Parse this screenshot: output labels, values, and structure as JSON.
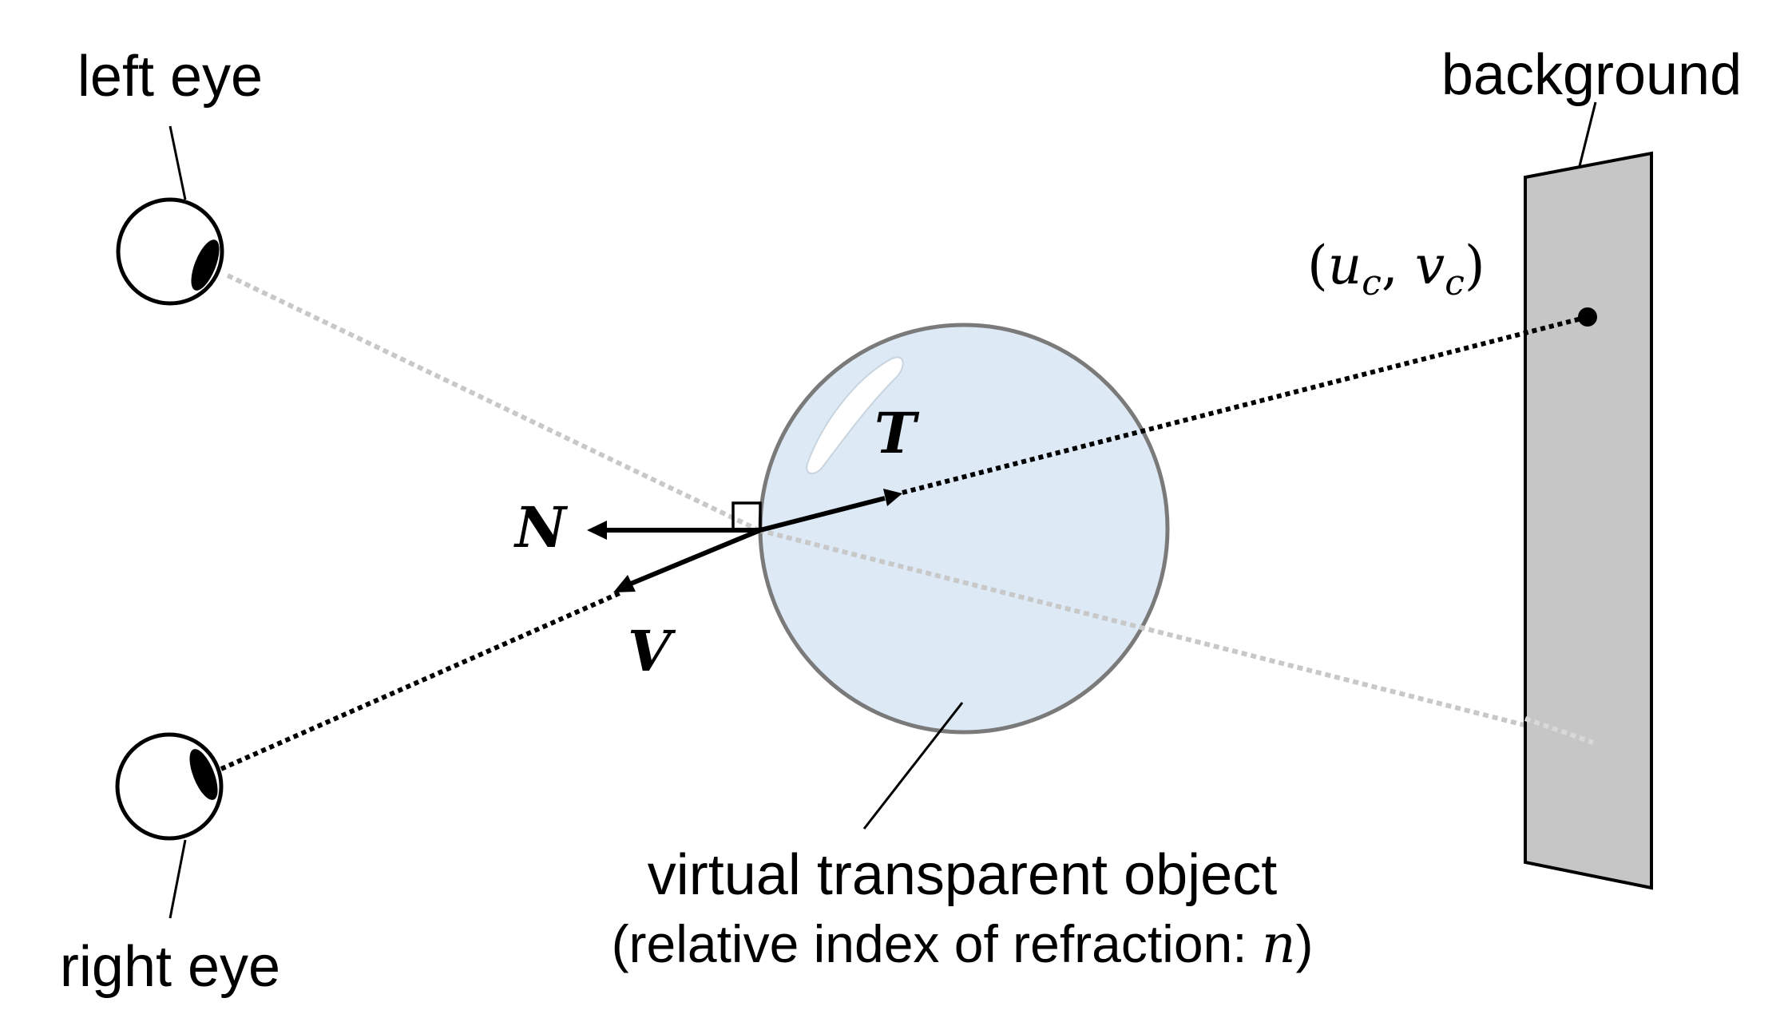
{
  "labels": {
    "left_eye": "left eye",
    "right_eye": "right eye",
    "background": "background",
    "object_line1": "virtual transparent object",
    "object_line2_prefix": "(relative index of refraction: ",
    "object_line2_var": "n",
    "object_line2_suffix": ")",
    "point": "(u_c, v_c)"
  },
  "point_label": {
    "open": "(",
    "u": "u",
    "u_sub": "c",
    "comma": ", ",
    "v": "v",
    "v_sub": "c",
    "close": ")"
  },
  "vectors": {
    "normal": "N",
    "view": "V",
    "transmitted": "T"
  },
  "colors": {
    "object_fill": "#dde9f5",
    "object_stroke": "#7a7a7a",
    "background_panel": "#c6c6c6",
    "faint_ray": "#c8c8c8",
    "ray": "#000000"
  }
}
